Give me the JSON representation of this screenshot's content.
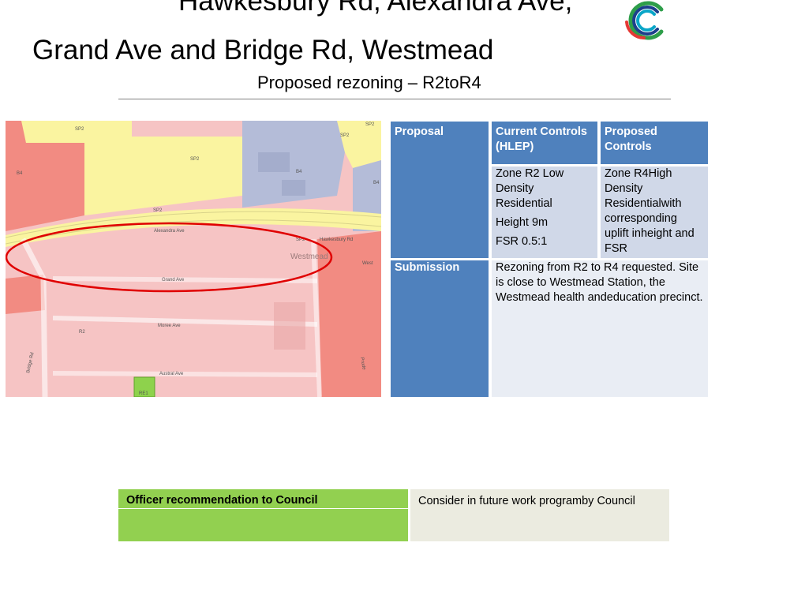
{
  "header": {
    "title_line1": "Hawkesbury Rd, Alexandra Ave,",
    "title_line2": "Grand Ave and Bridge Rd, Westmead",
    "subtitle": "Proposed rezoning – R2toR4",
    "logo_icon": "council-c-logo-icon",
    "logo_colors": [
      "#2e9e4a",
      "#1d3f8c",
      "#e53935",
      "#0aa6c8"
    ]
  },
  "map": {
    "zone_labels": {
      "sp2_top_left": "SP2",
      "sp2_top_right": "SP2",
      "sp2_top_corner": "SP2",
      "sp2_middle": "SP2",
      "sp2_road": "SP2",
      "sp2_station": "SP2",
      "b4_left": "B4",
      "b4_right": "B4",
      "r2": "R2",
      "re1": "RE1"
    },
    "street_labels": {
      "alexandra": "Alexandra   Ave",
      "grand": "Grand   Ave",
      "moree": "Moree   Ave",
      "austral": "Austral   Ave",
      "bridge": "Bridge  Rd",
      "hawkesbury": "Hawkesbury Rd",
      "pruder": "Prude"
    },
    "place_labels": {
      "westmead": "Westmead",
      "westmead_right": "West"
    },
    "colors": {
      "r2_pink": "#f6c4c4",
      "r4_red": "#f28b82",
      "special_yellow": "#faf4a0",
      "b4_blue": "#b4bcd8",
      "re1_green": "#8ed24c",
      "circle_red": "#e00000"
    }
  },
  "table": {
    "proposal_label": "Proposal",
    "current_header": "Current Controls (HLEP)",
    "proposed_header": "Proposed Controls",
    "current_zone": "Zone R2 Low Density Residential",
    "current_height": "Height 9m",
    "current_fsr": "FSR 0.5:1",
    "proposed_text": "Zone R4High Density Residentialwith corresponding uplift inheight and FSR",
    "submission_label": "Submission",
    "submission_text": "Rezoning from R2 to R4 requested. Site is close to Westmead Station, the Westmead health andeducation precinct.",
    "colors": {
      "header_blue": "#4f81bd",
      "body_blue": "#d0d8e8",
      "body_light": "#e9edf4"
    }
  },
  "recommendation": {
    "label": "Officer recommendation to Council",
    "text": "Consider in future work programby Council",
    "colors": {
      "label_green": "#92d050",
      "text_bg": "#ebebe0"
    }
  }
}
